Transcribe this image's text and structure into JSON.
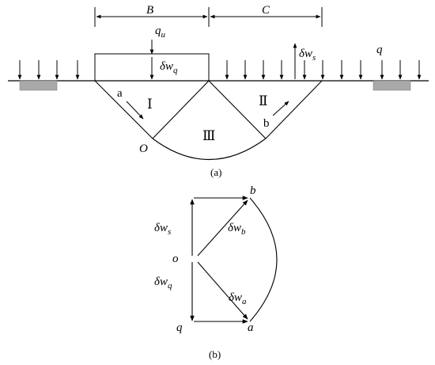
{
  "figure_a": {
    "dim_B": "B",
    "dim_C": "C",
    "load_qu": {
      "base": "q",
      "sub": "u"
    },
    "load_q": "q",
    "footing_disp": {
      "prefix": "δw",
      "sub": "q"
    },
    "surface_disp": {
      "prefix": "δw",
      "sub": "s"
    },
    "zone_I": "Ⅰ",
    "zone_II": "Ⅱ",
    "zone_III": "Ⅲ",
    "point_a": "a",
    "point_b": "b",
    "point_O": "O",
    "caption": "(a)"
  },
  "figure_b": {
    "label_b": "b",
    "label_o": "o",
    "label_q": "q",
    "label_a": "a",
    "dw_s": {
      "prefix": "δw",
      "sub": "s"
    },
    "dw_q": {
      "prefix": "δw",
      "sub": "q"
    },
    "dw_b": {
      "prefix": "δw",
      "sub": "b"
    },
    "dw_a": {
      "prefix": "δw",
      "sub": "a"
    },
    "caption": "(b)"
  },
  "colors": {
    "line": "#000000",
    "hatch": "#a9a9a9"
  }
}
